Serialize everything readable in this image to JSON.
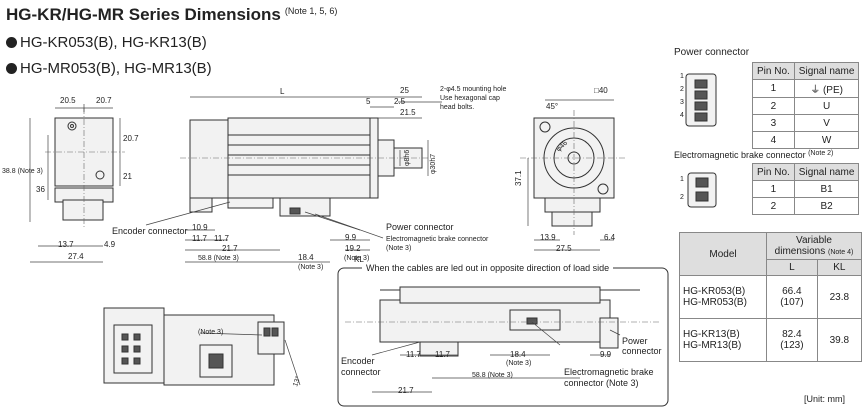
{
  "title": {
    "text": "HG-KR/HG-MR Series Dimensions",
    "notes": "(Note 1, 5, 6)"
  },
  "bullets": [
    "HG-KR053(B), HG-KR13(B)",
    "HG-MR053(B), HG-MR13(B)"
  ],
  "labels": {
    "mounting_hole": "2-φ4.5 mounting hole",
    "hex_cap": "Use hexagonal cap",
    "head_bolts": "head bolts.",
    "square": "□40",
    "angle": "45°",
    "encoder_connector": "Encoder connector",
    "power_connector": "Power connector",
    "brake_connector": "Electromagnetic brake connector",
    "note3": "(Note 3)",
    "encoder_connector_b1": "Encoder",
    "encoder_connector_b2": "connector",
    "power_connector_b1": "Power",
    "power_connector_b2": "connector",
    "brake_b1": "Electromagnetic brake",
    "brake_b2": "connector (Note 3)",
    "cables_caption": "When the cables are led out in opposite direction of load side",
    "unit": "[Unit: mm]",
    "l_top": "L",
    "kl": "KL",
    "d1": "φ8h6",
    "d2": "φ30h7",
    "d3": "φ46",
    "small_13": "13°",
    "note3_small": "(Note 3)"
  },
  "dims": {
    "d20_5": "20.5",
    "d20_7": "20.7",
    "d20_7v": "20.7",
    "d21": "21",
    "d36": "36",
    "d38_8": "38.8 (Note 3)",
    "d13_7": "13.7",
    "d4_9": "4.9",
    "d27_4": "27.4",
    "d25": "25",
    "d5": "5",
    "d2_5": "2.5",
    "d21_5": "21.5",
    "d40": "40",
    "d10_9": "10.9",
    "d11_7a": "11.7",
    "d11_7b": "11.7",
    "d21_7": "21.7",
    "d58_8": "58.8 (Note 3)",
    "d18_4": "18.4",
    "d9_9": "9.9",
    "d19_2": "19.2",
    "d37_1": "37.1",
    "d13_9": "13.9",
    "d27_5": "27.5",
    "d6_4": "6.4",
    "b11_7a": "11.7",
    "b11_7b": "11.7",
    "b18_4": "18.4",
    "b9_9": "9.9",
    "b21_7": "21.7",
    "b58_8": "58.8 (Note 3)"
  },
  "power_connector": {
    "title": "Power connector",
    "headers": [
      "Pin No.",
      "Signal name"
    ],
    "rows": [
      [
        "1",
        "⏚ (PE)"
      ],
      [
        "2",
        "U"
      ],
      [
        "3",
        "V"
      ],
      [
        "4",
        "W"
      ]
    ],
    "pin_labels": [
      "1",
      "2",
      "3",
      "4"
    ]
  },
  "brake_connector": {
    "title": "Electromagnetic brake connector",
    "note": "(Note 2)",
    "headers": [
      "Pin No.",
      "Signal name"
    ],
    "rows": [
      [
        "1",
        "B1"
      ],
      [
        "2",
        "B2"
      ]
    ],
    "pin_labels": [
      "1",
      "2"
    ]
  },
  "model_table": {
    "h_model": "Model",
    "h_var": "Variable",
    "h_var2": "dimensions",
    "h_note": "(Note 4)",
    "h_l": "L",
    "h_kl": "KL",
    "rows": [
      {
        "m1": "HG-KR053(B)",
        "m2": "HG-MR053(B)",
        "l1": "66.4",
        "l2": "(107)",
        "kl": "23.8"
      },
      {
        "m1": "HG-KR13(B)",
        "m2": "HG-MR13(B)",
        "l1": "82.4",
        "l2": "(123)",
        "kl": "39.8"
      }
    ]
  }
}
